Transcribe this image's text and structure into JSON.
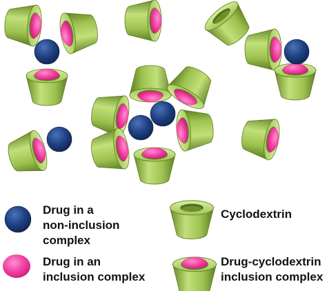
{
  "legend": {
    "drug_non_inclusion": "Drug in a\nnon-inclusion\ncomplex",
    "drug_inclusion": "Drug in an\ninclusion complex",
    "cyclodextrin": "Cyclodextrin",
    "drug_cyclodextrin_complex": "Drug-cyclodextrin\ninclusion complex"
  },
  "colors": {
    "cyclodextrin": "#a6cc5e",
    "drug_inclusion": "#f03c9e",
    "drug_non_inclusion": "#1e3f80"
  }
}
